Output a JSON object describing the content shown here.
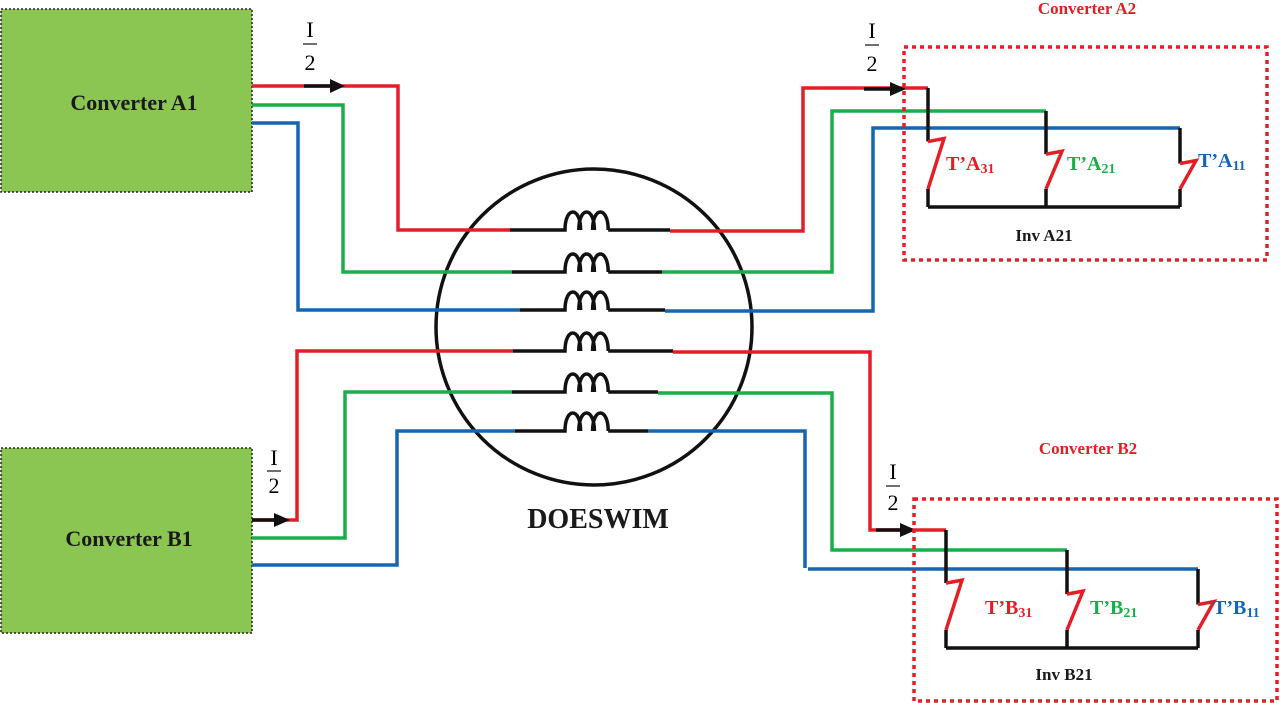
{
  "colors": {
    "phase1": "#e41e26",
    "phase2": "#1aae4a",
    "phase3": "#1565b0",
    "conductor": "#111111",
    "converter_fill": "#8bc653",
    "box_border": "#e41e26"
  },
  "machine": {
    "name": "DOESWIM",
    "winding_count": 6
  },
  "converters": {
    "a1": {
      "label": "Converter A1"
    },
    "b1": {
      "label": "Converter B1"
    },
    "a2": {
      "label": "Converter A2",
      "inverter": "Inv A21",
      "switches": [
        {
          "base": "T’A",
          "sub": "31",
          "phase": "phase1"
        },
        {
          "base": "T’A",
          "sub": "21",
          "phase": "phase2"
        },
        {
          "base": "T’A",
          "sub": "11",
          "phase": "phase3"
        }
      ]
    },
    "b2": {
      "label": "Converter B2",
      "inverter": "Inv B21",
      "switches": [
        {
          "base": "T’B",
          "sub": "31",
          "phase": "phase1"
        },
        {
          "base": "T’B",
          "sub": "21",
          "phase": "phase2"
        },
        {
          "base": "T’B",
          "sub": "11",
          "phase": "phase3"
        }
      ]
    }
  },
  "current_labels": {
    "numerator": "I",
    "denominator": "2"
  }
}
